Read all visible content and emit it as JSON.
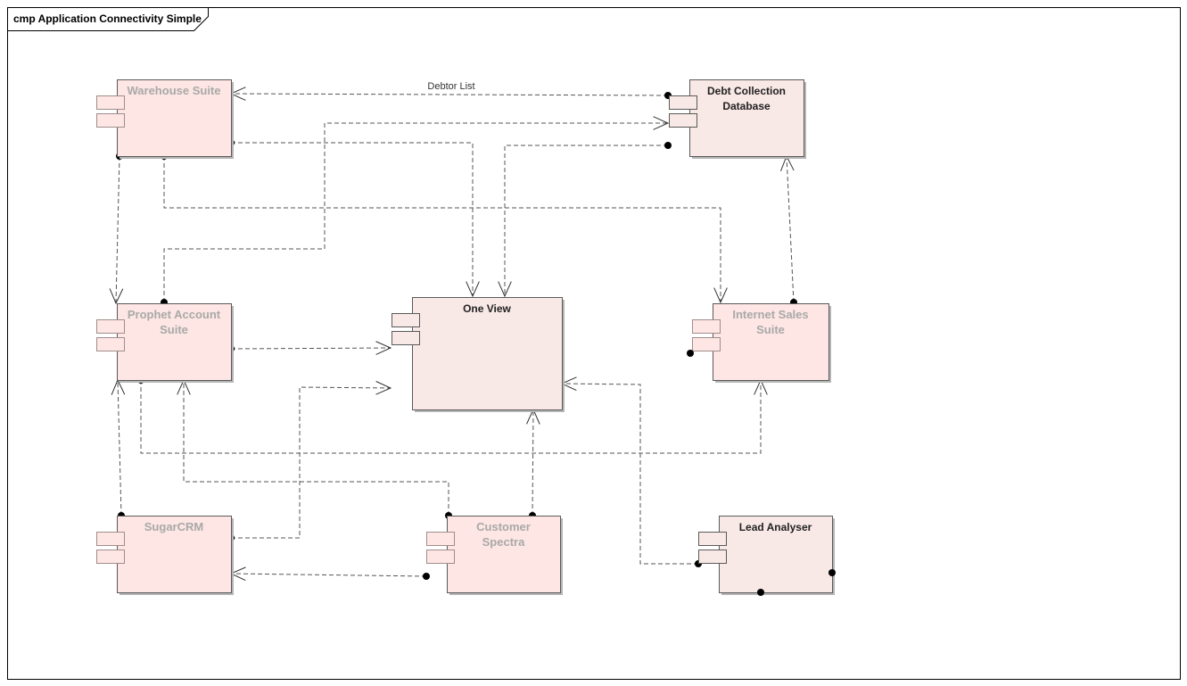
{
  "frame": {
    "title": "cmp Application Connectivity Simple"
  },
  "components": [
    {
      "id": "warehouse",
      "name_lines": [
        "Warehouse Suite"
      ],
      "faded": true
    },
    {
      "id": "debt",
      "name_lines": [
        "Debt Collection",
        "Database"
      ],
      "faded": false
    },
    {
      "id": "prophet",
      "name_lines": [
        "Prophet Account",
        "Suite"
      ],
      "faded": true
    },
    {
      "id": "oneview",
      "name_lines": [
        "One View"
      ],
      "faded": false
    },
    {
      "id": "internet",
      "name_lines": [
        "Internet Sales",
        "Suite"
      ],
      "faded": true
    },
    {
      "id": "sugar",
      "name_lines": [
        "SugarCRM"
      ],
      "faded": true
    },
    {
      "id": "spectra",
      "name_lines": [
        "Customer",
        "Spectra"
      ],
      "faded": true
    },
    {
      "id": "lead",
      "name_lines": [
        "Lead Analyser"
      ],
      "faded": false
    }
  ],
  "connectors": [
    {
      "id": "warehouse-debt",
      "from": "debt",
      "to": "warehouse",
      "label": "Debtor List"
    },
    {
      "id": "warehouse-oneview",
      "from": "warehouse",
      "to": "oneview",
      "label": ""
    },
    {
      "id": "warehouse-prophet",
      "from": "warehouse",
      "to": "prophet",
      "label": ""
    },
    {
      "id": "warehouse-internet",
      "from": "warehouse",
      "to": "internet",
      "label": ""
    },
    {
      "id": "prophet-debt",
      "from": "prophet",
      "to": "debt",
      "label": ""
    },
    {
      "id": "debt-oneview",
      "from": "debt",
      "to": "oneview",
      "label": ""
    },
    {
      "id": "internet-debt",
      "from": "internet",
      "to": "debt",
      "label": ""
    },
    {
      "id": "prophet-oneview",
      "from": "prophet",
      "to": "oneview",
      "label": ""
    },
    {
      "id": "sugar-oneview",
      "from": "sugar",
      "to": "oneview",
      "label": ""
    },
    {
      "id": "lead-oneview",
      "from": "lead",
      "to": "oneview",
      "label": ""
    },
    {
      "id": "spectra-oneview",
      "from": "spectra",
      "to": "oneview",
      "label": ""
    },
    {
      "id": "prophet-internet",
      "from": "prophet",
      "to": "internet",
      "label": ""
    },
    {
      "id": "spectra-prophet",
      "from": "spectra",
      "to": "prophet",
      "label": ""
    },
    {
      "id": "sugar-prophet",
      "from": "sugar",
      "to": "prophet",
      "label": ""
    },
    {
      "id": "spectra-sugar",
      "from": "spectra",
      "to": "sugar",
      "label": ""
    }
  ],
  "colors": {
    "faded_fill": "#fde6e3",
    "solid_fill": "#f8e8e6",
    "border": "#5a5a5a",
    "shadow": "#b5b5b5",
    "line": "#555555"
  }
}
